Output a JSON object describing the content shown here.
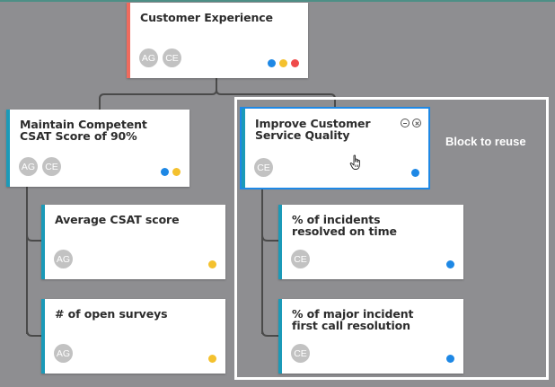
{
  "colors": {
    "background": "#8e8e91",
    "accent_teal": "#1b9ab8",
    "accent_red": "#ef6b5e",
    "selection": "#1e88e5",
    "status_blue": "#1e88e5",
    "status_yellow": "#f4c12e",
    "status_red": "#ef4b4b"
  },
  "callout": {
    "text": "Block to reuse"
  },
  "cards": {
    "root": {
      "title": "Customer Experience",
      "avatars": [
        "AG",
        "CE"
      ],
      "status_dots": [
        "status-blue",
        "status-yellow",
        "status-red"
      ]
    },
    "csat": {
      "title": "Maintain Competent CSAT Score of 90%",
      "avatars": [
        "AG",
        "CE"
      ],
      "status_dots": [
        "status-blue",
        "status-yellow"
      ]
    },
    "quality": {
      "title": "Improve Customer Service Quality",
      "avatars": [
        "CE"
      ],
      "status_dots": [
        "status-blue"
      ],
      "actions": [
        "minus-icon",
        "close-icon"
      ]
    },
    "avg_csat": {
      "title": "Average CSAT score",
      "avatars": [
        "AG"
      ],
      "status_dots": [
        "status-yellow"
      ]
    },
    "open_surveys": {
      "title": "# of open surveys",
      "avatars": [
        "AG"
      ],
      "status_dots": [
        "status-yellow"
      ]
    },
    "incidents_on_time": {
      "title": "% of incidents resolved on time",
      "avatars": [
        "CE"
      ],
      "status_dots": [
        "status-blue"
      ]
    },
    "major_incident": {
      "title": "% of major incident first call resolution",
      "avatars": [
        "CE"
      ],
      "status_dots": [
        "status-blue"
      ]
    }
  }
}
